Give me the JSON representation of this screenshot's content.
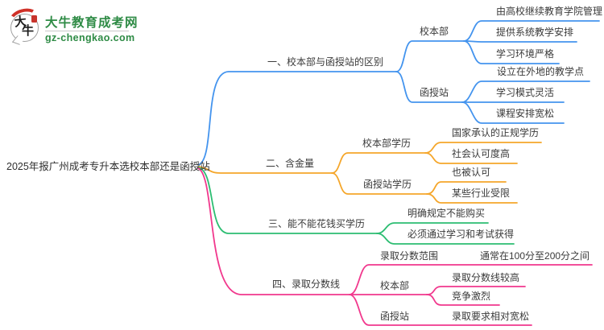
{
  "logo": {
    "bubble_char_top": "大",
    "bubble_char_bottom": "牛",
    "site_name": "大牛教育成考网",
    "site_domain": "gz-chengkao.com",
    "brand_green": "#2e8b45",
    "accent_red": "#cf3128"
  },
  "mindmap": {
    "root": "2025年报广州成考专升本选校本部还是函授站",
    "text_color": "#3a3a3a",
    "branches": [
      {
        "label": "一、校本部与函授站的区别",
        "color": "#4494ee",
        "nodes": [
          {
            "label": "校本部",
            "leaves": [
              "由高校继续教育学院管理",
              "提供系统教学安排",
              "学习环境严格"
            ]
          },
          {
            "label": "函授站",
            "leaves": [
              "设立在外地的教学点",
              "学习模式灵活",
              "课程安排宽松"
            ]
          }
        ]
      },
      {
        "label": "二、含金量",
        "color": "#f5a62a",
        "nodes": [
          {
            "label": "校本部学历",
            "leaves": [
              "国家承认的正规学历",
              "社会认可度高"
            ]
          },
          {
            "label": "函授站学历",
            "leaves": [
              "也被认可",
              "某些行业受限"
            ]
          }
        ]
      },
      {
        "label": "三、能不能花钱买学历",
        "color": "#2dbd72",
        "leaves": [
          "明确规定不能购买",
          "必须通过学习和考试获得"
        ]
      },
      {
        "label": "四、录取分数线",
        "color": "#f1388d",
        "nodes": [
          {
            "label": "录取分数范围",
            "leaves": [
              "通常在100分至200分之间"
            ]
          },
          {
            "label": "校本部",
            "leaves": [
              "录取分数线较高",
              "竞争激烈"
            ]
          },
          {
            "label": "函授站",
            "leaves": [
              "录取要求相对宽松"
            ]
          }
        ]
      }
    ]
  }
}
